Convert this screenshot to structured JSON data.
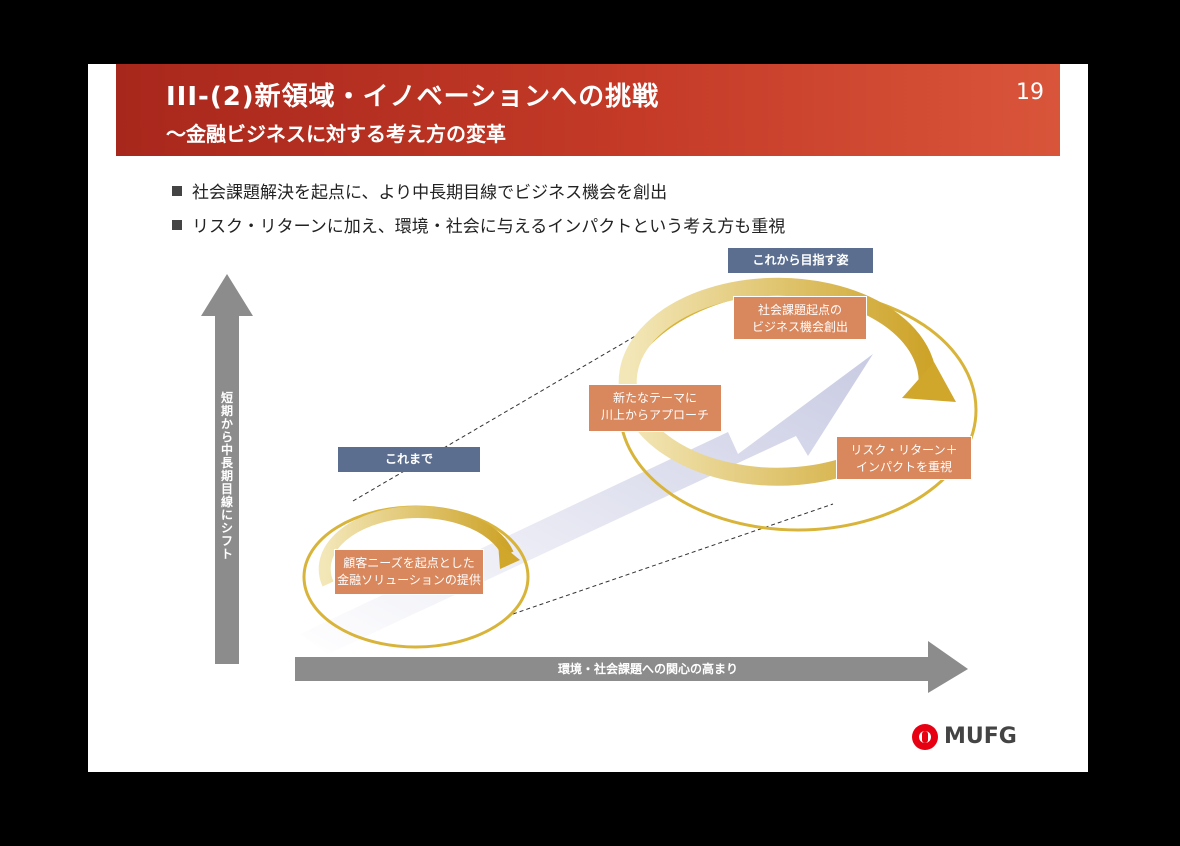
{
  "slide": {
    "title": "III-(2)新領域・イノベーションへの挑戦",
    "subtitle": "～金融ビジネスに対する考え方の変革",
    "page_number": "19",
    "bullets": [
      "社会課題解決を起点に、より中長期目線でビジネス機会を創出",
      "リスク・リターンに加え、環境・社会に与えるインパクトという考え方も重視"
    ],
    "diagram": {
      "tag_future": "これから目指す姿",
      "tag_past": "これまで",
      "box_future_1": [
        "社会課題起点の",
        "ビジネス機会創出"
      ],
      "box_future_2": [
        "新たなテーマに",
        "川上からアプローチ"
      ],
      "box_future_3": [
        "リスク・リターン＋",
        "インパクトを重視"
      ],
      "box_past": [
        "顧客ニーズを起点とした",
        "金融ソリューションの提供"
      ],
      "y_axis_label": "短期から中長期目線にシフト",
      "x_axis_label": "環境・社会課題への関心の高まり"
    },
    "logo": {
      "text": "MUFG",
      "color": "#e60012"
    },
    "colors": {
      "header_red": "#b8301f",
      "tag_blue": "#5b6e8f",
      "box_orange": "#d9875c",
      "gold": "#d8b43a",
      "arrow_gray": "#8c8c8c"
    }
  }
}
